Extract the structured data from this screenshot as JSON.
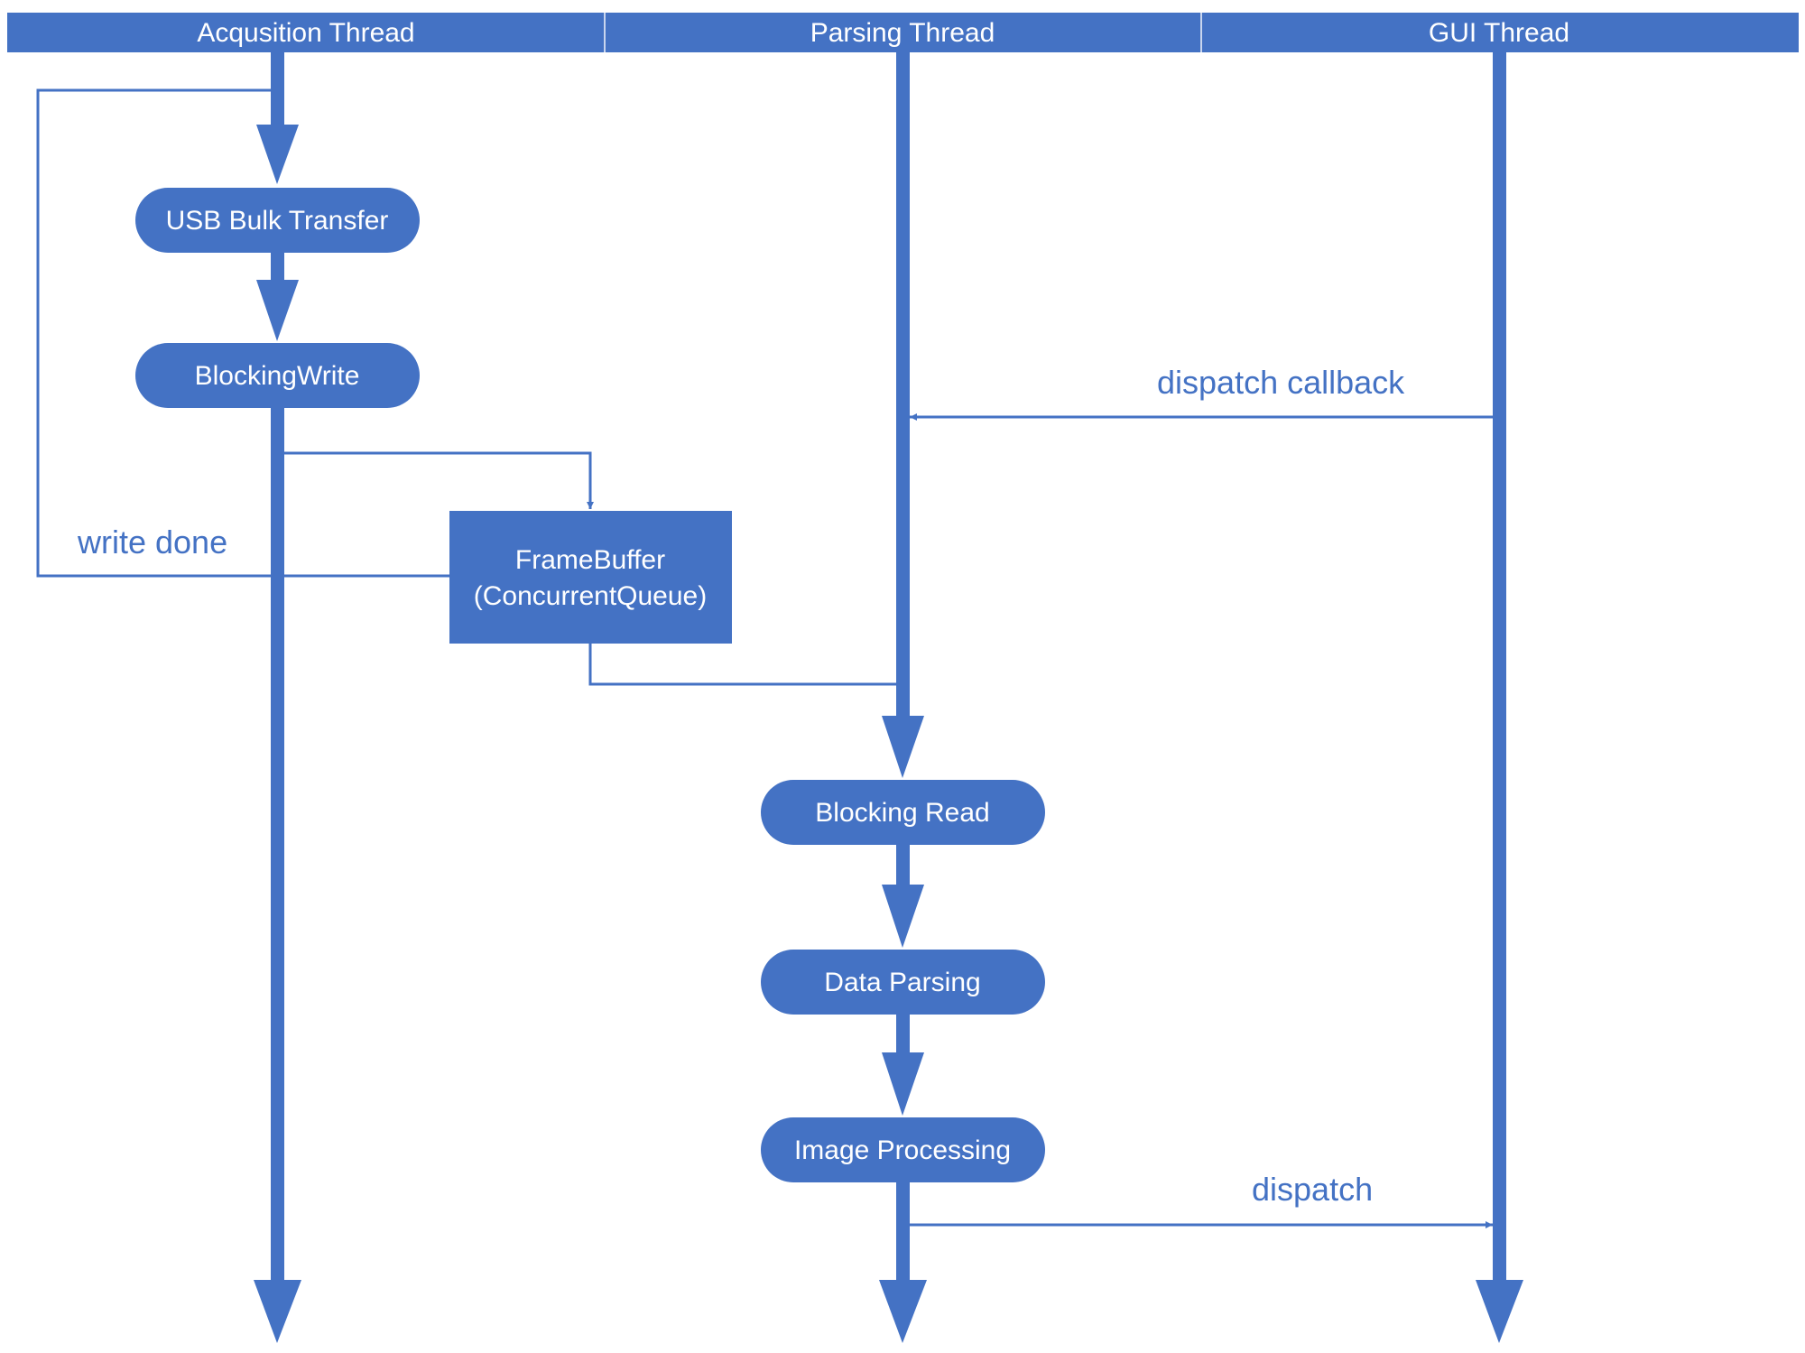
{
  "colors": {
    "primary": "#4472C4",
    "header_divider": "#C9D5EE",
    "background": "#FFFFFF"
  },
  "lanes": [
    {
      "id": "acquisition",
      "title": "Acqusition Thread"
    },
    {
      "id": "parsing",
      "title": "Parsing Thread"
    },
    {
      "id": "gui",
      "title": "GUI Thread"
    }
  ],
  "nodes": {
    "usb_bulk_transfer": "USB Bulk Transfer",
    "blocking_write": "BlockingWrite",
    "frame_buffer": {
      "line1": "FrameBuffer",
      "line2": "(ConcurrentQueue)"
    },
    "blocking_read": "Blocking Read",
    "data_parsing": "Data Parsing",
    "image_processing": "Image Processing"
  },
  "edges": {
    "write_done": "write done",
    "dispatch_callback": "dispatch callback",
    "dispatch": "dispatch"
  }
}
